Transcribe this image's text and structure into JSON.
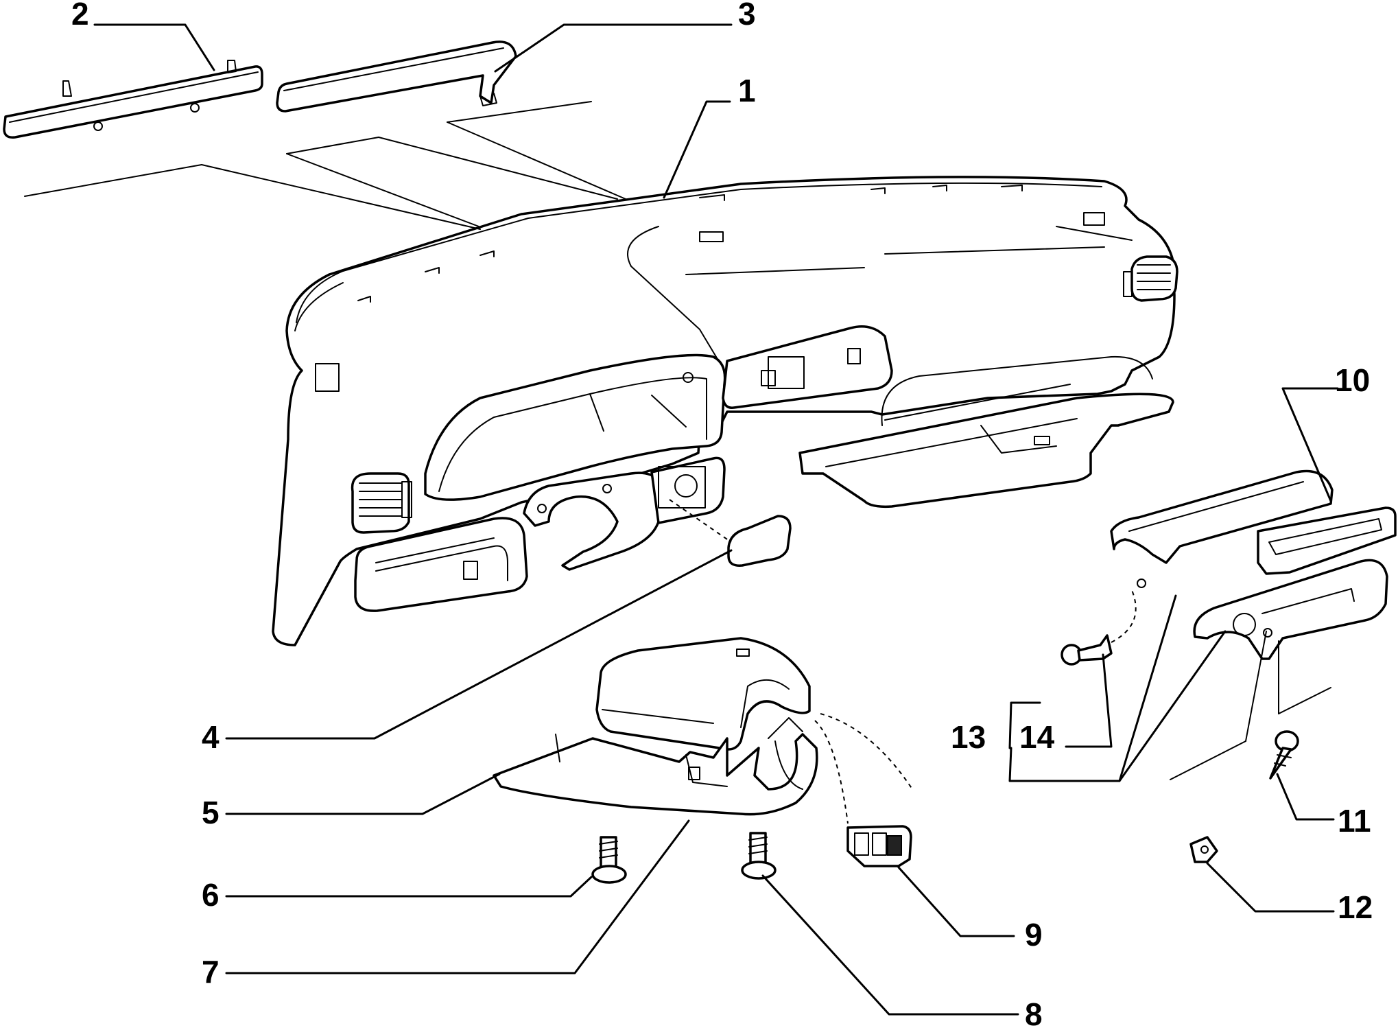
{
  "diagram": {
    "callouts": [
      {
        "id": "1",
        "label": "1"
      },
      {
        "id": "2",
        "label": "2"
      },
      {
        "id": "3",
        "label": "3"
      },
      {
        "id": "4",
        "label": "4"
      },
      {
        "id": "5",
        "label": "5"
      },
      {
        "id": "6",
        "label": "6"
      },
      {
        "id": "7",
        "label": "7"
      },
      {
        "id": "8",
        "label": "8"
      },
      {
        "id": "9",
        "label": "9"
      },
      {
        "id": "10",
        "label": "10"
      },
      {
        "id": "11",
        "label": "11"
      },
      {
        "id": "12",
        "label": "12"
      },
      {
        "id": "13",
        "label": "13"
      },
      {
        "id": "14",
        "label": "14"
      }
    ],
    "parts": [
      "dashboard-panel",
      "left-trim-strip",
      "right-trim-strip",
      "fuse-box-cover",
      "lower-steering-column-shroud",
      "screw-6",
      "upper-steering-column-shroud",
      "screw-8",
      "switch-module",
      "storage-compartment",
      "self-tapping-screw",
      "clip-nut",
      "center-console-trim",
      "push-rivet"
    ]
  }
}
